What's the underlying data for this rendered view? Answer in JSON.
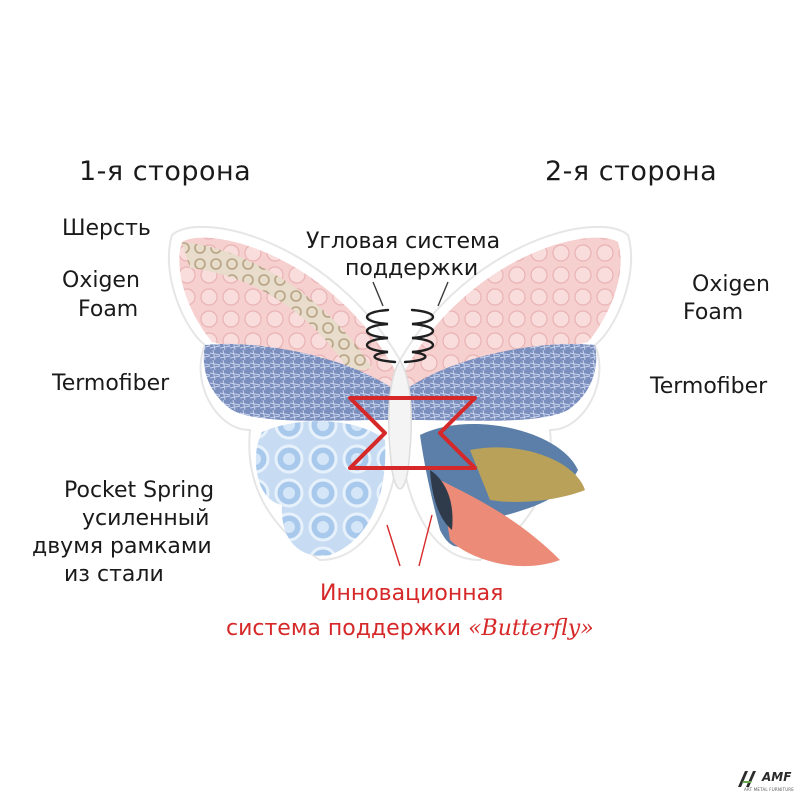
{
  "headings": {
    "side1": "1-я  сторона",
    "side2": "2-я  сторона"
  },
  "left_labels": {
    "wool": "Шерсть",
    "foam": [
      "Oxigen",
      "Foam"
    ],
    "termofiber": "Termofiber",
    "pocket_spring": [
      "Pocket Spring",
      "усиленный",
      "двумя рамками",
      "из стали"
    ]
  },
  "right_labels": {
    "foam": [
      "Oxigen",
      "Foam"
    ],
    "termofiber": "Termofiber"
  },
  "center_labels": {
    "corner_support": [
      "Угловая система",
      "поддержки"
    ],
    "innovation_line1": "Инновационная",
    "innovation_line2_prefix": "система поддержки ",
    "innovation_brand": "«Butterfly»"
  },
  "logo": {
    "mark": "AMF",
    "subtitle": "ART METAL FURNITURE"
  },
  "colors": {
    "accent_red": "#d62828",
    "foam_pink": "#f4c8c8",
    "fiber_blue": "#7387b5",
    "spring_blue": "#b9d3ee",
    "text": "#1a1a1a"
  }
}
